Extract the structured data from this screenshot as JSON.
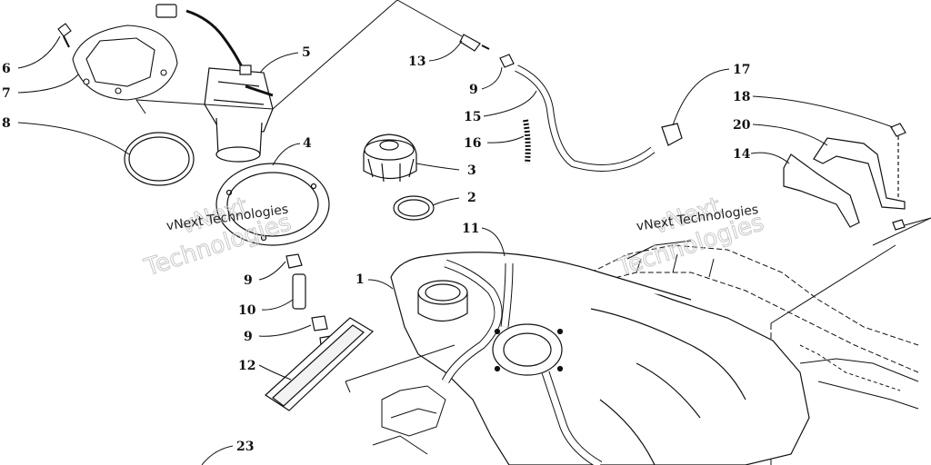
{
  "watermarks": {
    "left_text": "vNext Technologies",
    "left_big_a": "vNext",
    "left_big_b": "Technologies",
    "right_text": "vNext Technologies",
    "right_big_a": "vNext",
    "right_big_b": "Technologies"
  },
  "callouts": [
    {
      "label": "6"
    },
    {
      "label": "7"
    },
    {
      "label": "8"
    },
    {
      "label": "5"
    },
    {
      "label": "4"
    },
    {
      "label": "9"
    },
    {
      "label": "10"
    },
    {
      "label": "9"
    },
    {
      "label": "12"
    },
    {
      "label": "1"
    },
    {
      "label": "13"
    },
    {
      "label": "9"
    },
    {
      "label": "15"
    },
    {
      "label": "16"
    },
    {
      "label": "3"
    },
    {
      "label": "2"
    },
    {
      "label": "11"
    },
    {
      "label": "17"
    },
    {
      "label": "18"
    },
    {
      "label": "20"
    },
    {
      "label": "14"
    },
    {
      "label": "23"
    }
  ],
  "colors": {
    "line": "#111111",
    "watermark": "#c9c9c9"
  }
}
